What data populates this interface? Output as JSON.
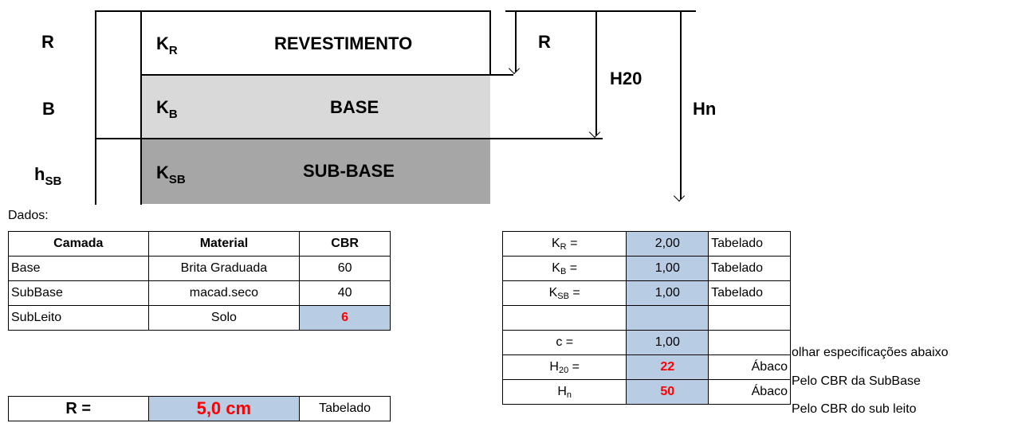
{
  "diagram": {
    "left_labels": {
      "r": "R",
      "b": "B",
      "hsb_main": "h",
      "hsb_sub": "SB"
    },
    "layers": [
      {
        "k_main": "K",
        "k_sub": "R",
        "name": "REVESTIMENTO"
      },
      {
        "k_main": "K",
        "k_sub": "B",
        "name": "BASE"
      },
      {
        "k_main": "K",
        "k_sub": "SB",
        "name": "SUB-BASE"
      }
    ],
    "right_labels": {
      "r": "R",
      "h20": "H20",
      "hn": "Hn"
    },
    "colors": {
      "base_fill": "#d9d9d9",
      "subbase_fill": "#a6a6a6",
      "input_fill": "#b8cce4",
      "result_red": "#ff0000"
    }
  },
  "dados_label": "Dados:",
  "materials_table": {
    "headers": [
      "Camada",
      "Material",
      "CBR"
    ],
    "rows": [
      [
        "Base",
        "Brita Graduada",
        "60"
      ],
      [
        "SubBase",
        "macad.seco",
        "40"
      ],
      [
        "SubLeito",
        "Solo",
        "6"
      ]
    ]
  },
  "r_result": {
    "label": "R =",
    "value": "5,0 cm",
    "note": "Tabelado"
  },
  "params_table": {
    "rows": [
      {
        "label_main": "K",
        "label_sub": "R",
        "label_suffix": " =",
        "value": "2,00",
        "note": "Tabelado",
        "extra": ""
      },
      {
        "label_main": "K",
        "label_sub": "B",
        "label_suffix": " =",
        "value": "1,00",
        "note": "Tabelado",
        "extra": ""
      },
      {
        "label_main": "K",
        "label_sub": "SB",
        "label_suffix": " =",
        "value": "1,00",
        "note": "Tabelado",
        "extra": ""
      },
      {
        "label_main": "",
        "label_sub": "",
        "label_suffix": "",
        "value": "",
        "note": "",
        "extra": ""
      },
      {
        "label_main": "c =",
        "label_sub": "",
        "label_suffix": "",
        "value": "1,00",
        "note": "",
        "extra": "olhar especificações abaixo"
      },
      {
        "label_main": "H",
        "label_sub": "20",
        "label_suffix": " =",
        "value": "22",
        "note": "Ábaco",
        "extra": "Pelo CBR da SubBase"
      },
      {
        "label_main": "H",
        "label_sub": "n",
        "label_suffix": "",
        "value": "50",
        "note": "Ábaco",
        "extra": "Pelo CBR do sub leito"
      }
    ]
  }
}
